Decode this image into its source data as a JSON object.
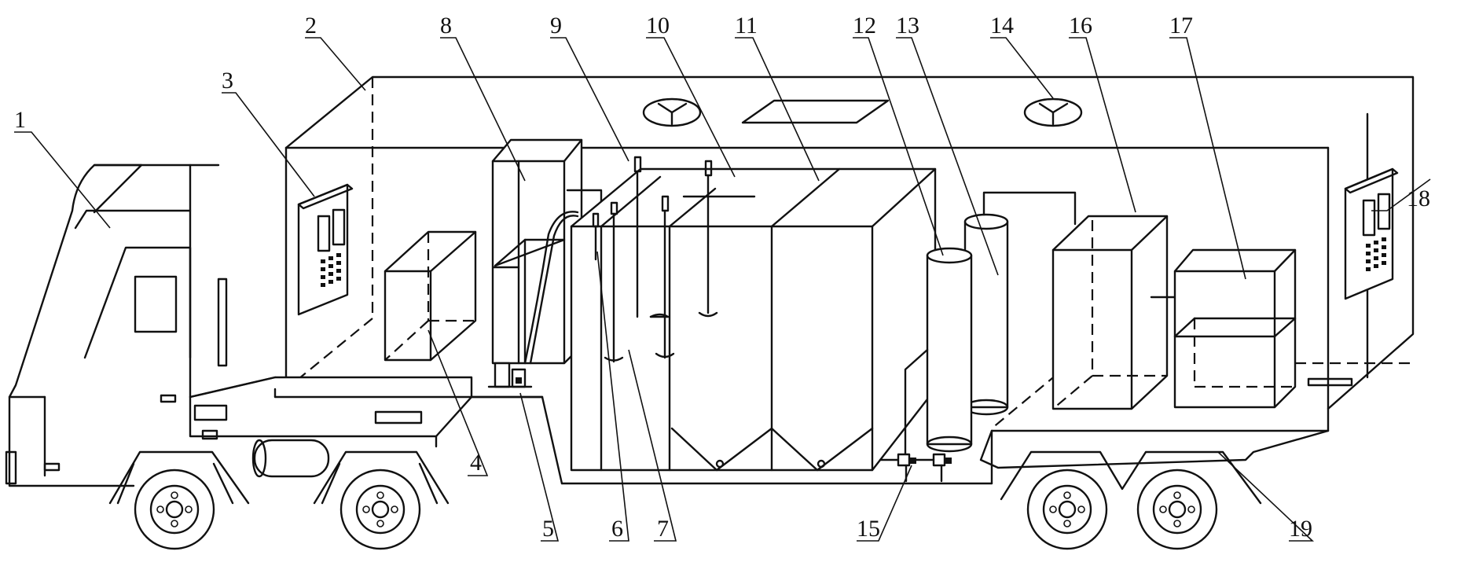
{
  "labels": {
    "l1": "1",
    "l2": "2",
    "l3": "3",
    "l4": "4",
    "l5": "5",
    "l6": "6",
    "l7": "7",
    "l8": "8",
    "l9": "9",
    "l10": "10",
    "l11": "11",
    "l12": "12",
    "l13": "13",
    "l14": "14",
    "l15": "15",
    "l16": "16",
    "l17": "17",
    "l18": "18",
    "l19": "19"
  },
  "style": {
    "line_color": "#111111",
    "background": "#ffffff"
  }
}
